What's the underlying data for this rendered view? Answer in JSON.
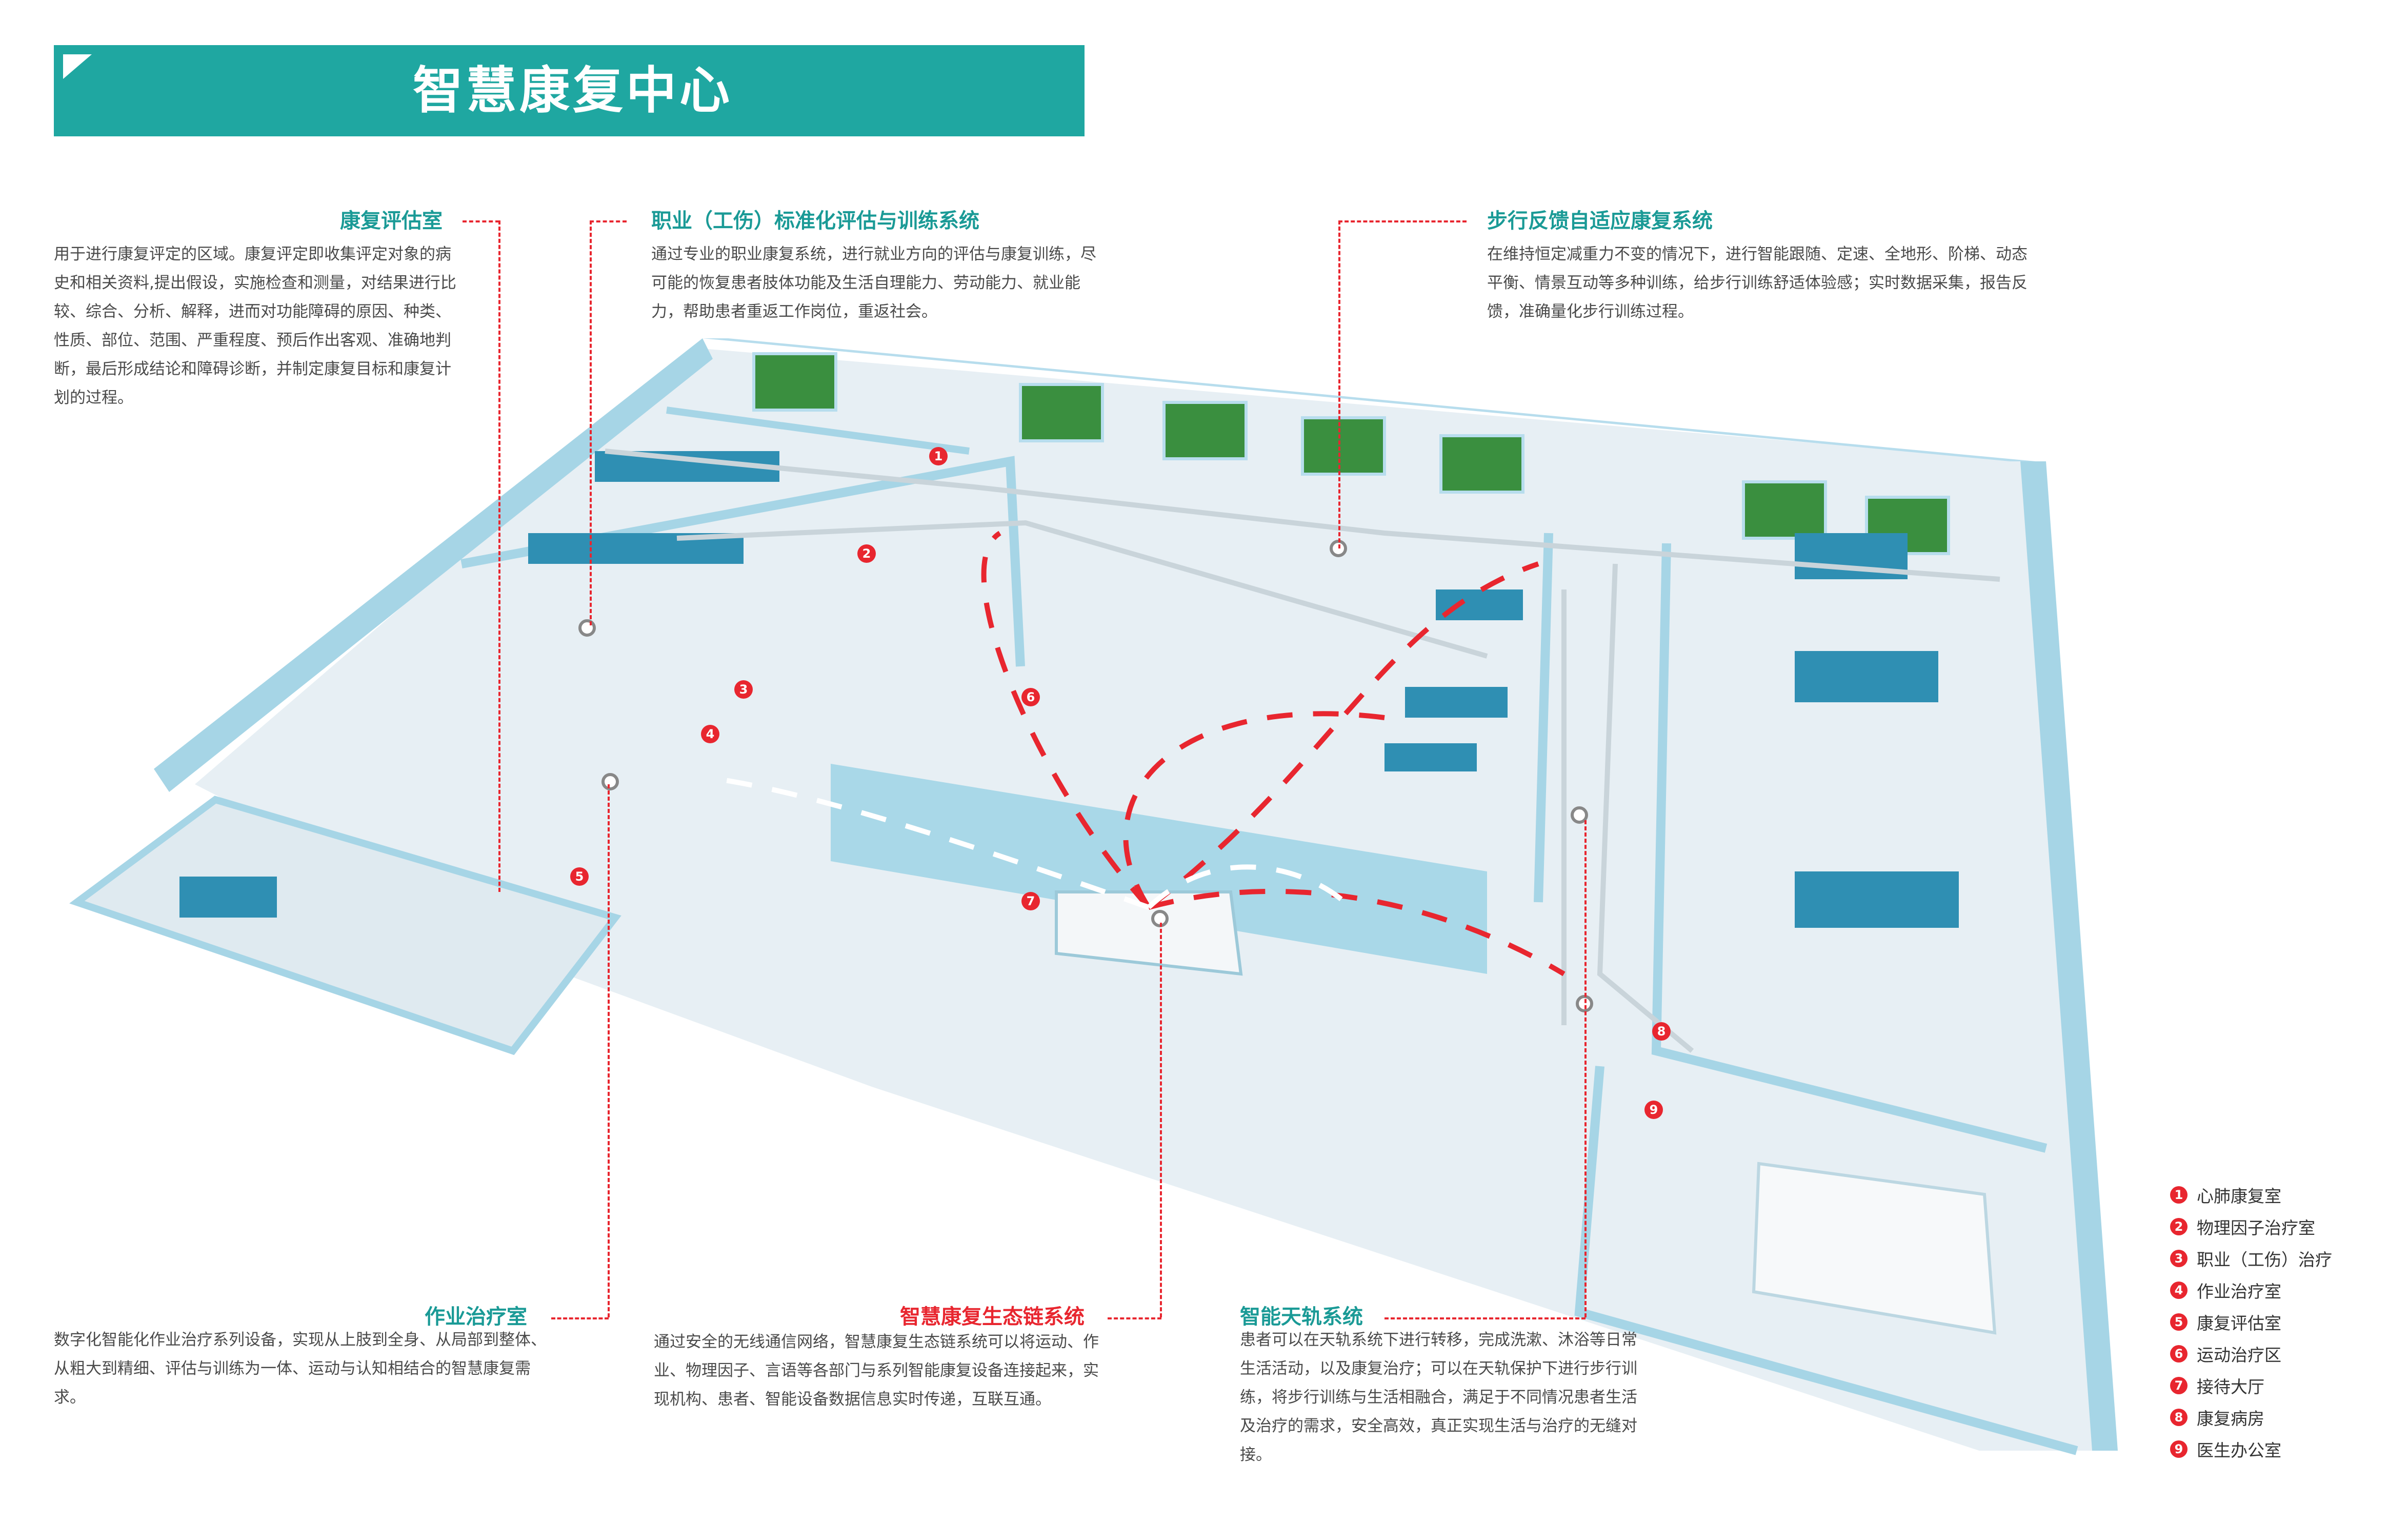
{
  "title": "智慧康复中心",
  "sections": {
    "assessment": {
      "title": "康复评估室",
      "body": "用于进行康复评定的区域。康复评定即收集评定对象的病史和相关资料,提出假设，实施检查和测量，对结果进行比较、综合、分析、解释，进而对功能障碍的原因、种类、性质、部位、范围、严重程度、预后作出客观、准确地判断，最后形成结论和障碍诊断，并制定康复目标和康复计划的过程。"
    },
    "occupational_system": {
      "title": "职业（工伤）标准化评估与训练系统",
      "body": "通过专业的职业康复系统，进行就业方向的评估与康复训练，尽可能的恢复患者肢体功能及生活自理能力、劳动能力、就业能力，帮助患者重返工作岗位，重返社会。"
    },
    "gait_system": {
      "title": "步行反馈自适应康复系统",
      "body": "在维持恒定减重力不变的情况下，进行智能跟随、定速、全地形、阶梯、动态平衡、情景互动等多种训练，给步行训练舒适体验感；实时数据采集，报告反馈，准确量化步行训练过程。"
    },
    "ot_room": {
      "title": "作业治疗室",
      "body": "数字化智能化作业治疗系列设备，实现从上肢到全身、从局部到整体、从粗大到精细、评估与训练为一体、运动与认知相结合的智慧康复需求。"
    },
    "ecosystem": {
      "title": "智慧康复生态链系统",
      "body": "通过安全的无线通信网络，智慧康复生态链系统可以将运动、作业、物理因子、言语等各部门与系列智能康复设备连接起来，实现机构、患者、智能设备数据信息实时传递，互联互通。"
    },
    "ceiling_rail": {
      "title": "智能天轨系统",
      "body": "患者可以在天轨系统下进行转移，完成洗漱、沐浴等日常生活活动，以及康复治疗；可以在天轨保护下进行步行训练，将步行训练与生活相融合，满足于不同情况患者生活及治疗的需求，安全高效，真正实现生活与治疗的无缝对接。"
    }
  },
  "legend": [
    {
      "num": "1",
      "label": "心肺康复室"
    },
    {
      "num": "2",
      "label": "物理因子治疗室"
    },
    {
      "num": "3",
      "label": "职业（工伤）治疗"
    },
    {
      "num": "4",
      "label": "作业治疗室"
    },
    {
      "num": "5",
      "label": "康复评估室"
    },
    {
      "num": "6",
      "label": "运动治疗区"
    },
    {
      "num": "7",
      "label": "接待大厅"
    },
    {
      "num": "8",
      "label": "康复病房"
    },
    {
      "num": "9",
      "label": "医生办公室"
    }
  ],
  "colors": {
    "accent": "#1fa7a1",
    "highlight": "#e8262f",
    "wall": "#a9d8e8",
    "floor": "#e9f1f5"
  }
}
